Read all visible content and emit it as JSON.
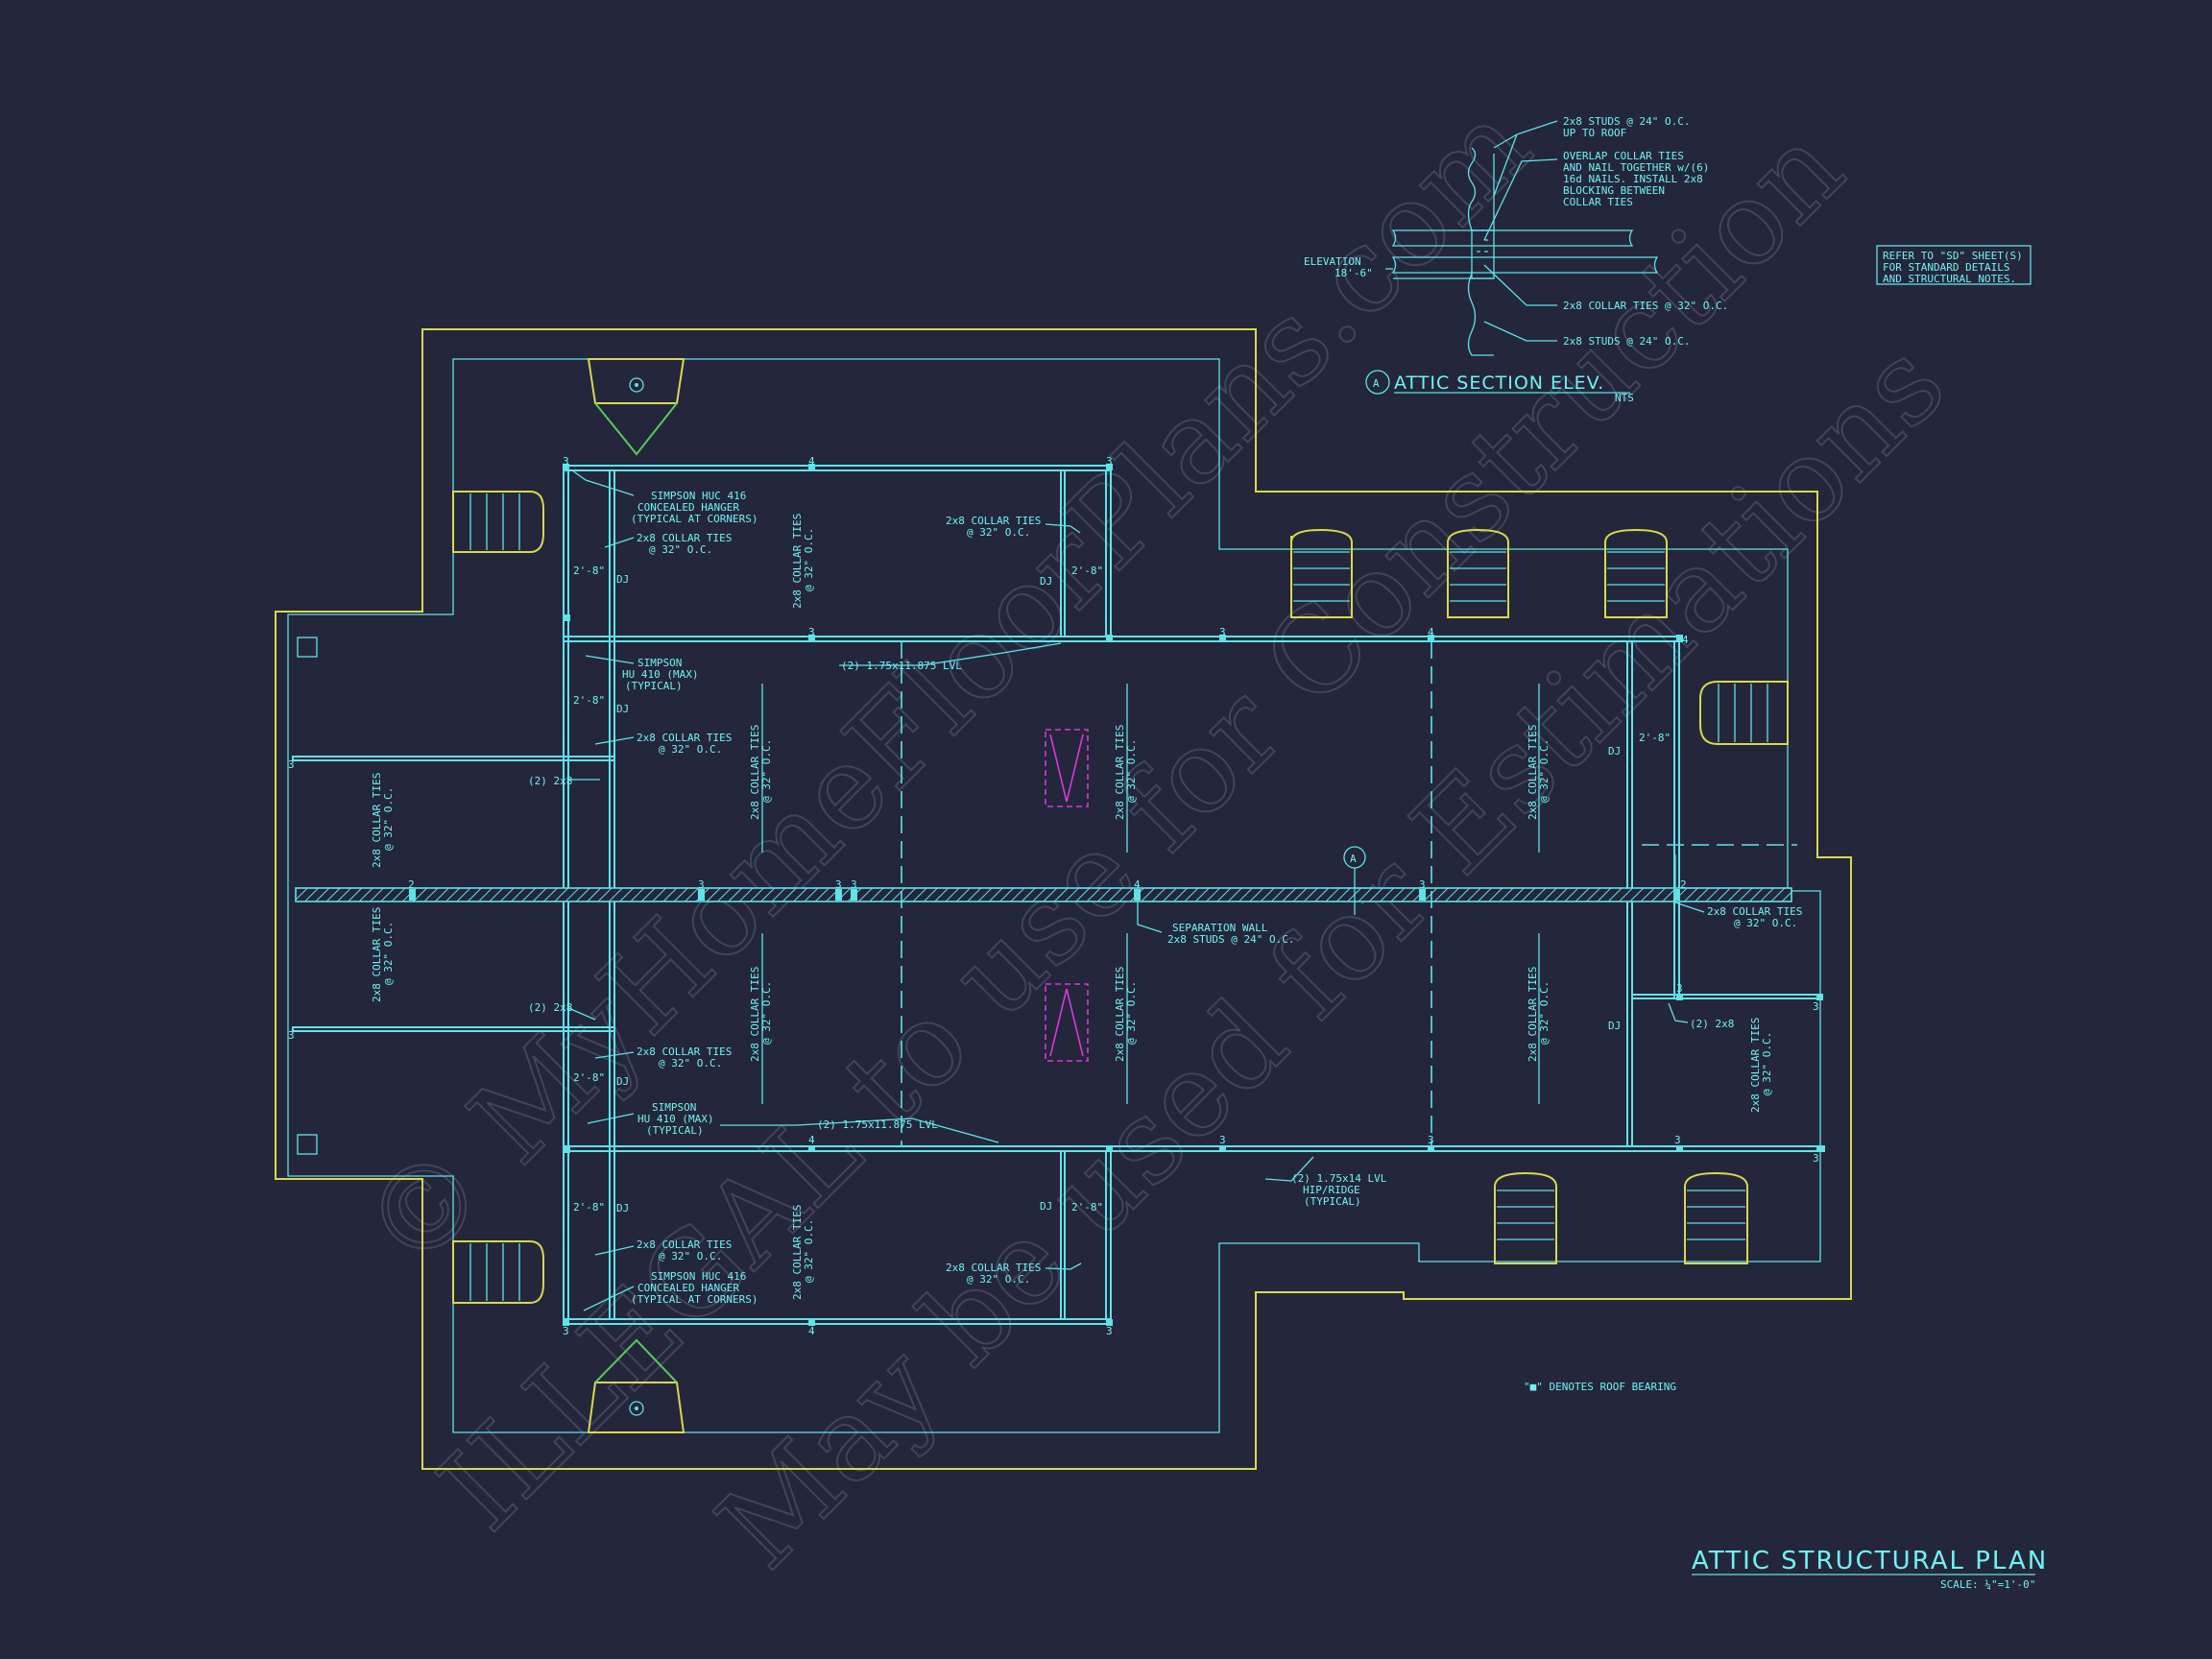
{
  "sheet": {
    "title": "ATTIC STRUCTURAL PLAN",
    "scale": "SCALE: ¼\"=1'-0\"",
    "legend_note": "\"■\" DENOTES ROOF BEARING",
    "refer_note": [
      "REFER TO \"SD\" SHEET(S)",
      "FOR STANDARD DETAILS",
      "AND STRUCTURAL NOTES."
    ]
  },
  "watermark": {
    "line1": "© MyHomeFloorPlans.com",
    "line2": "ILLEGAL to use for Construction",
    "line3": "May be used for Estimations"
  },
  "section_detail": {
    "marker": "A",
    "title": "ATTIC SECTION ELEV.",
    "subtitle": "NTS",
    "elevation_label": [
      "ELEVATION",
      "18'-6\""
    ],
    "notes": {
      "studs_up": [
        "2x8 STUDS @ 24\" O.C.",
        "UP TO ROOF"
      ],
      "overlap": [
        "OVERLAP COLLAR TIES",
        "AND NAIL TOGETHER w/(6)",
        "16d NAILS. INSTALL 2x8",
        "BLOCKING BETWEEN",
        "COLLAR TIES"
      ],
      "collar_ties": "2x8 COLLAR TIES @ 32\" O.C.",
      "studs_bottom": "2x8 STUDS @ 24\" O.C."
    }
  },
  "plan_labels": {
    "huc_top": [
      "SIMPSON HUC 416",
      "CONCEALED HANGER",
      "(TYPICAL AT CORNERS)"
    ],
    "huc_bottom": [
      "SIMPSON HUC 416",
      "CONCEALED HANGER",
      "(TYPICAL AT CORNERS)"
    ],
    "collar_tl": [
      "2x8 COLLAR TIES",
      "@ 32\" O.C."
    ],
    "collar_tr": [
      "2x8 COLLAR TIES",
      "@ 32\" O.C."
    ],
    "collar_ml": [
      "2x8 COLLAR TIES",
      "@ 32\" O.C."
    ],
    "collar_ml2": [
      "2x8 COLLAR TIES",
      "@ 32\" O.C."
    ],
    "collar_bl": [
      "2x8 COLLAR TIES",
      "@ 32\" O.C."
    ],
    "collar_br": [
      "2x8 COLLAR TIES",
      "@ 32\" O.C."
    ],
    "collar_right": [
      "2x8 COLLAR TIES",
      "@ 32\" O.C."
    ],
    "hu_top": [
      "SIMPSON",
      "HU 410 (MAX)",
      "(TYPICAL)"
    ],
    "hu_bottom": [
      "SIMPSON",
      "HU 410 (MAX)",
      "(TYPICAL)"
    ],
    "lvl_top": "(2) 1.75x11.875 LVL",
    "lvl_bottom": "(2) 1.75x11.875 LVL",
    "hip_ridge": [
      "(2) 1.75x14 LVL",
      "HIP/RIDGE",
      "(TYPICAL)"
    ],
    "separation": [
      "SEPARATION WALL",
      "2x8 STUDS @ 24\" O.C."
    ],
    "two_2x8": "(2) 2x8",
    "dj": "DJ",
    "dim": "2'-8\"",
    "vertical_collar": [
      "2x8 COLLAR TIES",
      "@ 32\" O.C."
    ],
    "section_cut": "A",
    "bearing_3": "3",
    "bearing_4": "4",
    "bearing_2": "2"
  },
  "colors": {
    "background": "#24263b",
    "cyan": "#5ee3e8",
    "yellow": "#d9d94a",
    "green": "#59c85a",
    "magenta": "#d63ad6"
  }
}
